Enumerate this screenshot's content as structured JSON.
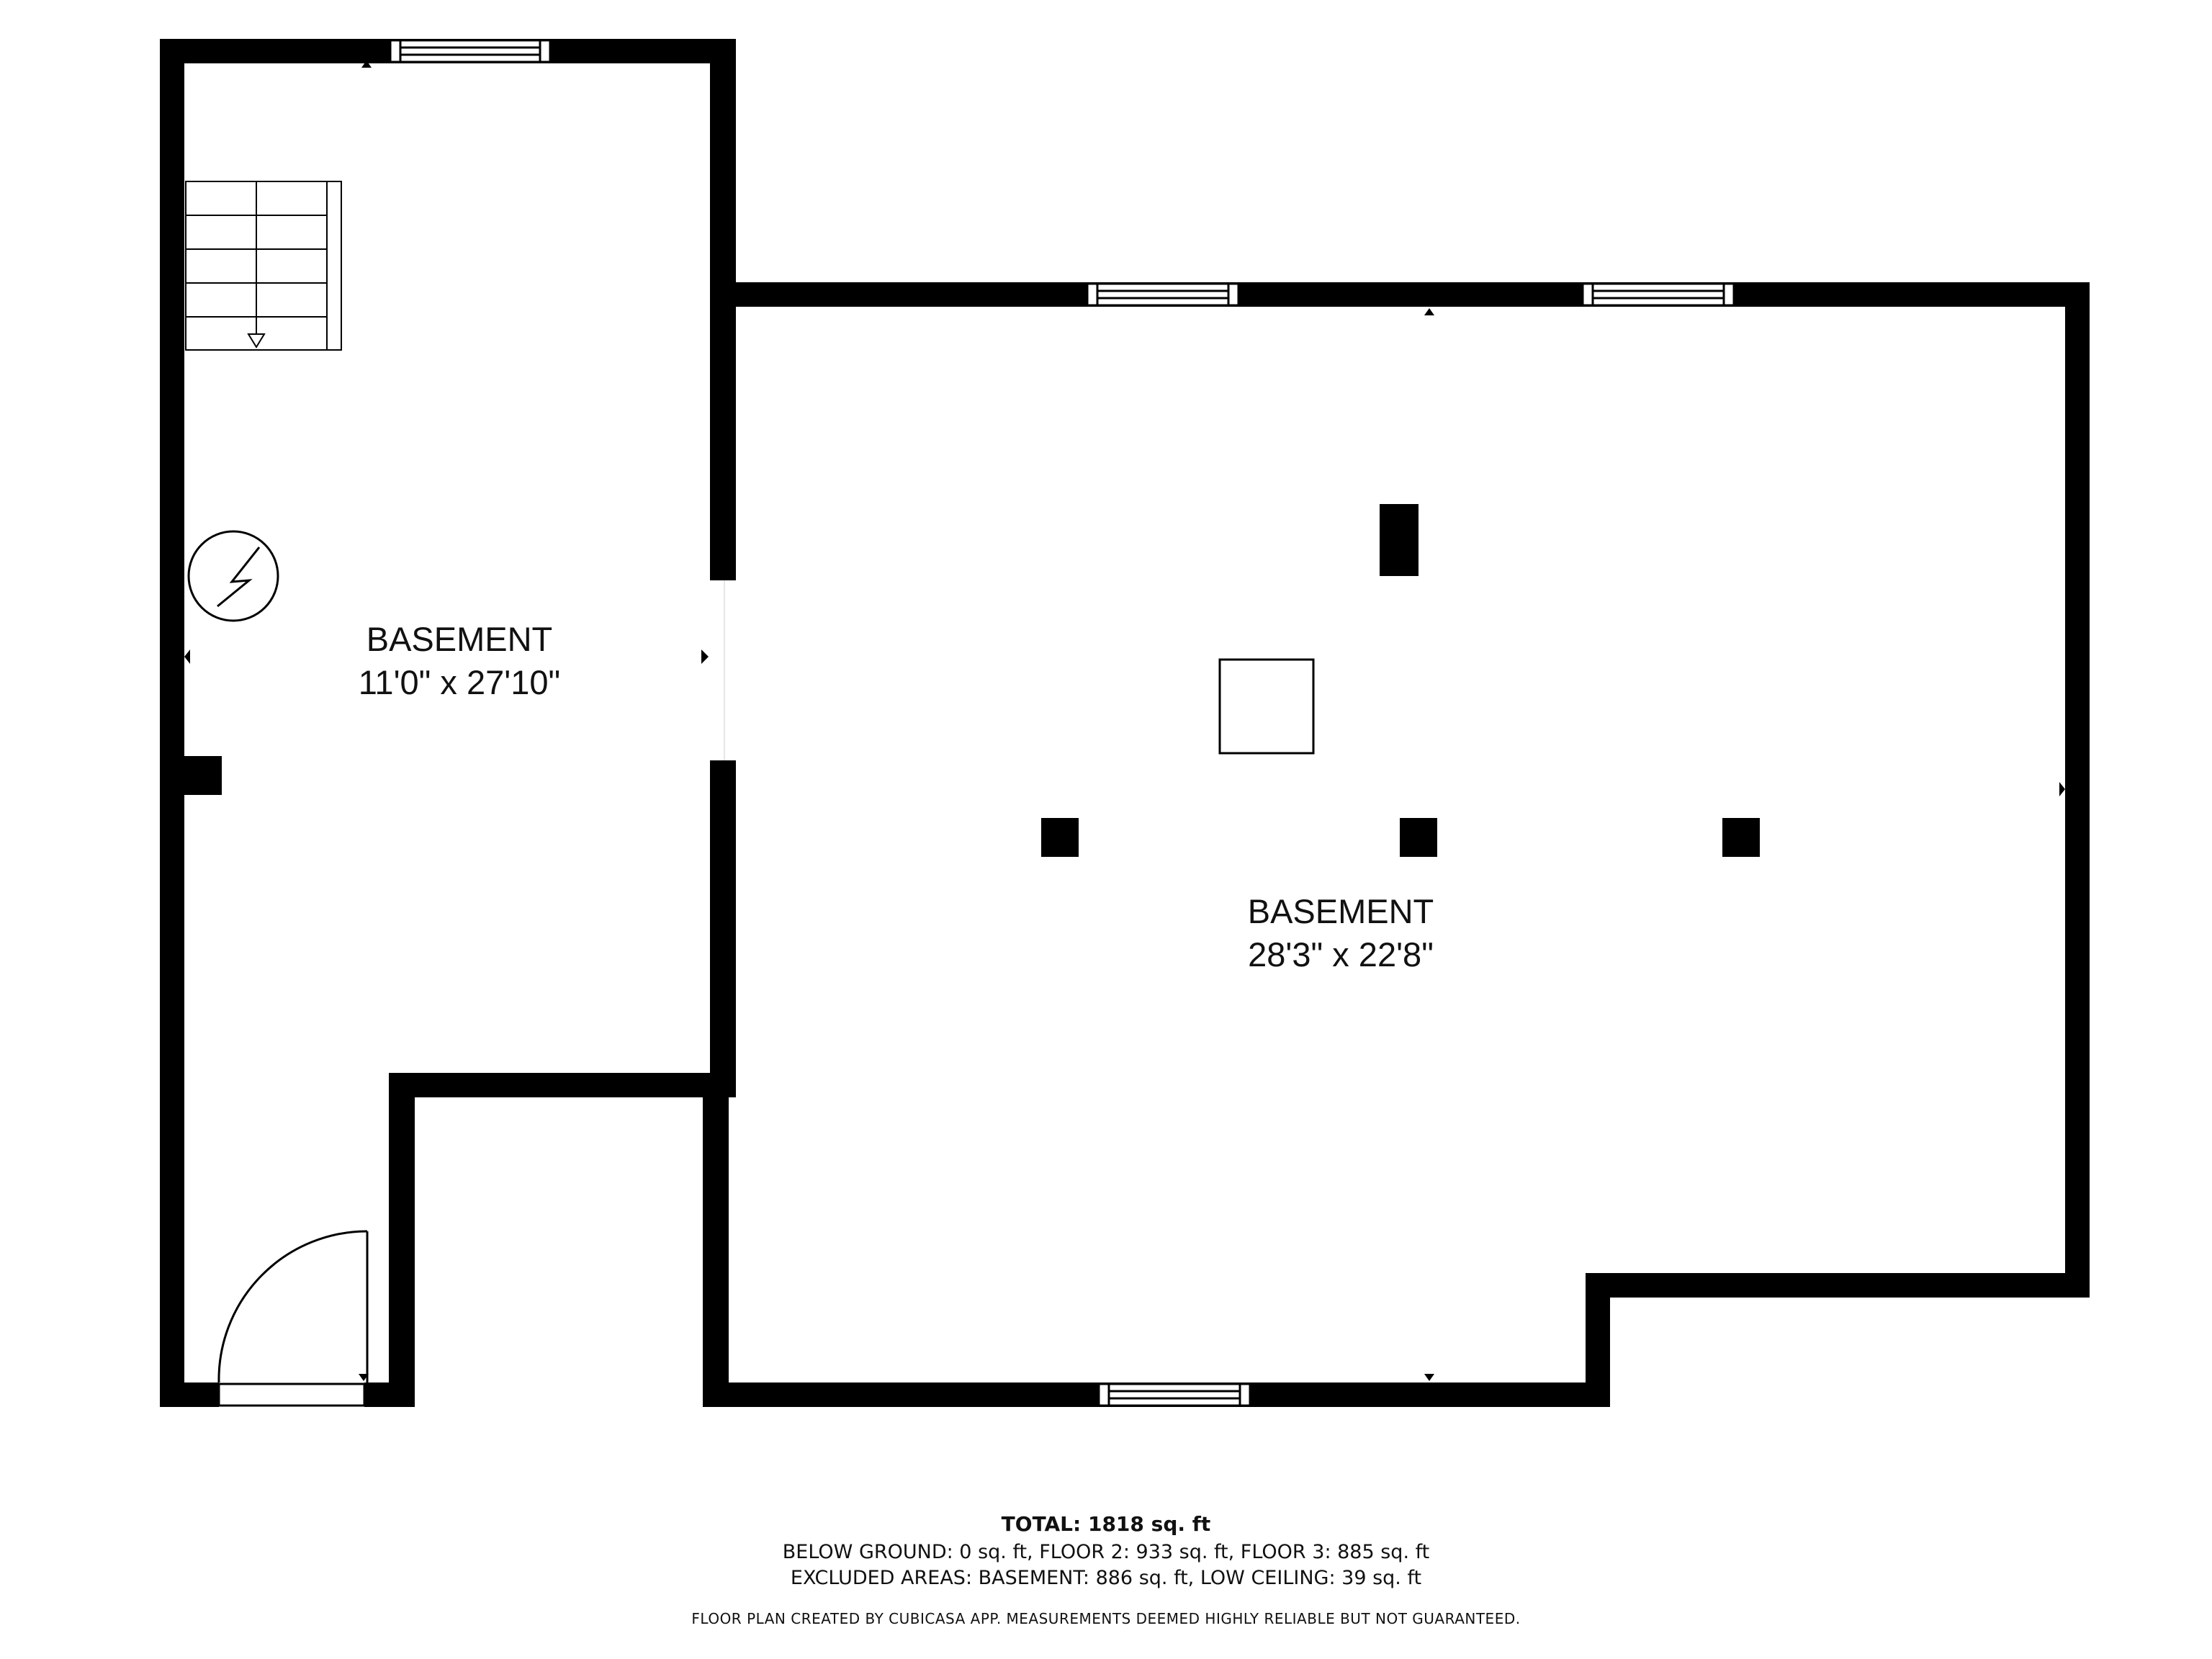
{
  "rooms": [
    {
      "name": "BASEMENT",
      "dimensions": "11'0\" x 27'10\""
    },
    {
      "name": "BASEMENT",
      "dimensions": "28'3\" x 22'8\""
    }
  ],
  "summary": {
    "total_label": "TOTAL:",
    "total_value": "1818 sq. ft",
    "line1": "BELOW GROUND: 0 sq. ft, FLOOR 2: 933 sq. ft, FLOOR 3: 885 sq. ft",
    "line2": "EXCLUDED AREAS: BASEMENT: 886 sq. ft, LOW CEILING: 39 sq. ft"
  },
  "credit": "FLOOR PLAN CREATED BY CUBICASA APP. MEASUREMENTS DEEMED HIGHLY RELIABLE BUT NOT GUARANTEED.",
  "colors": {
    "wall": "#000000",
    "background": "#ffffff"
  }
}
